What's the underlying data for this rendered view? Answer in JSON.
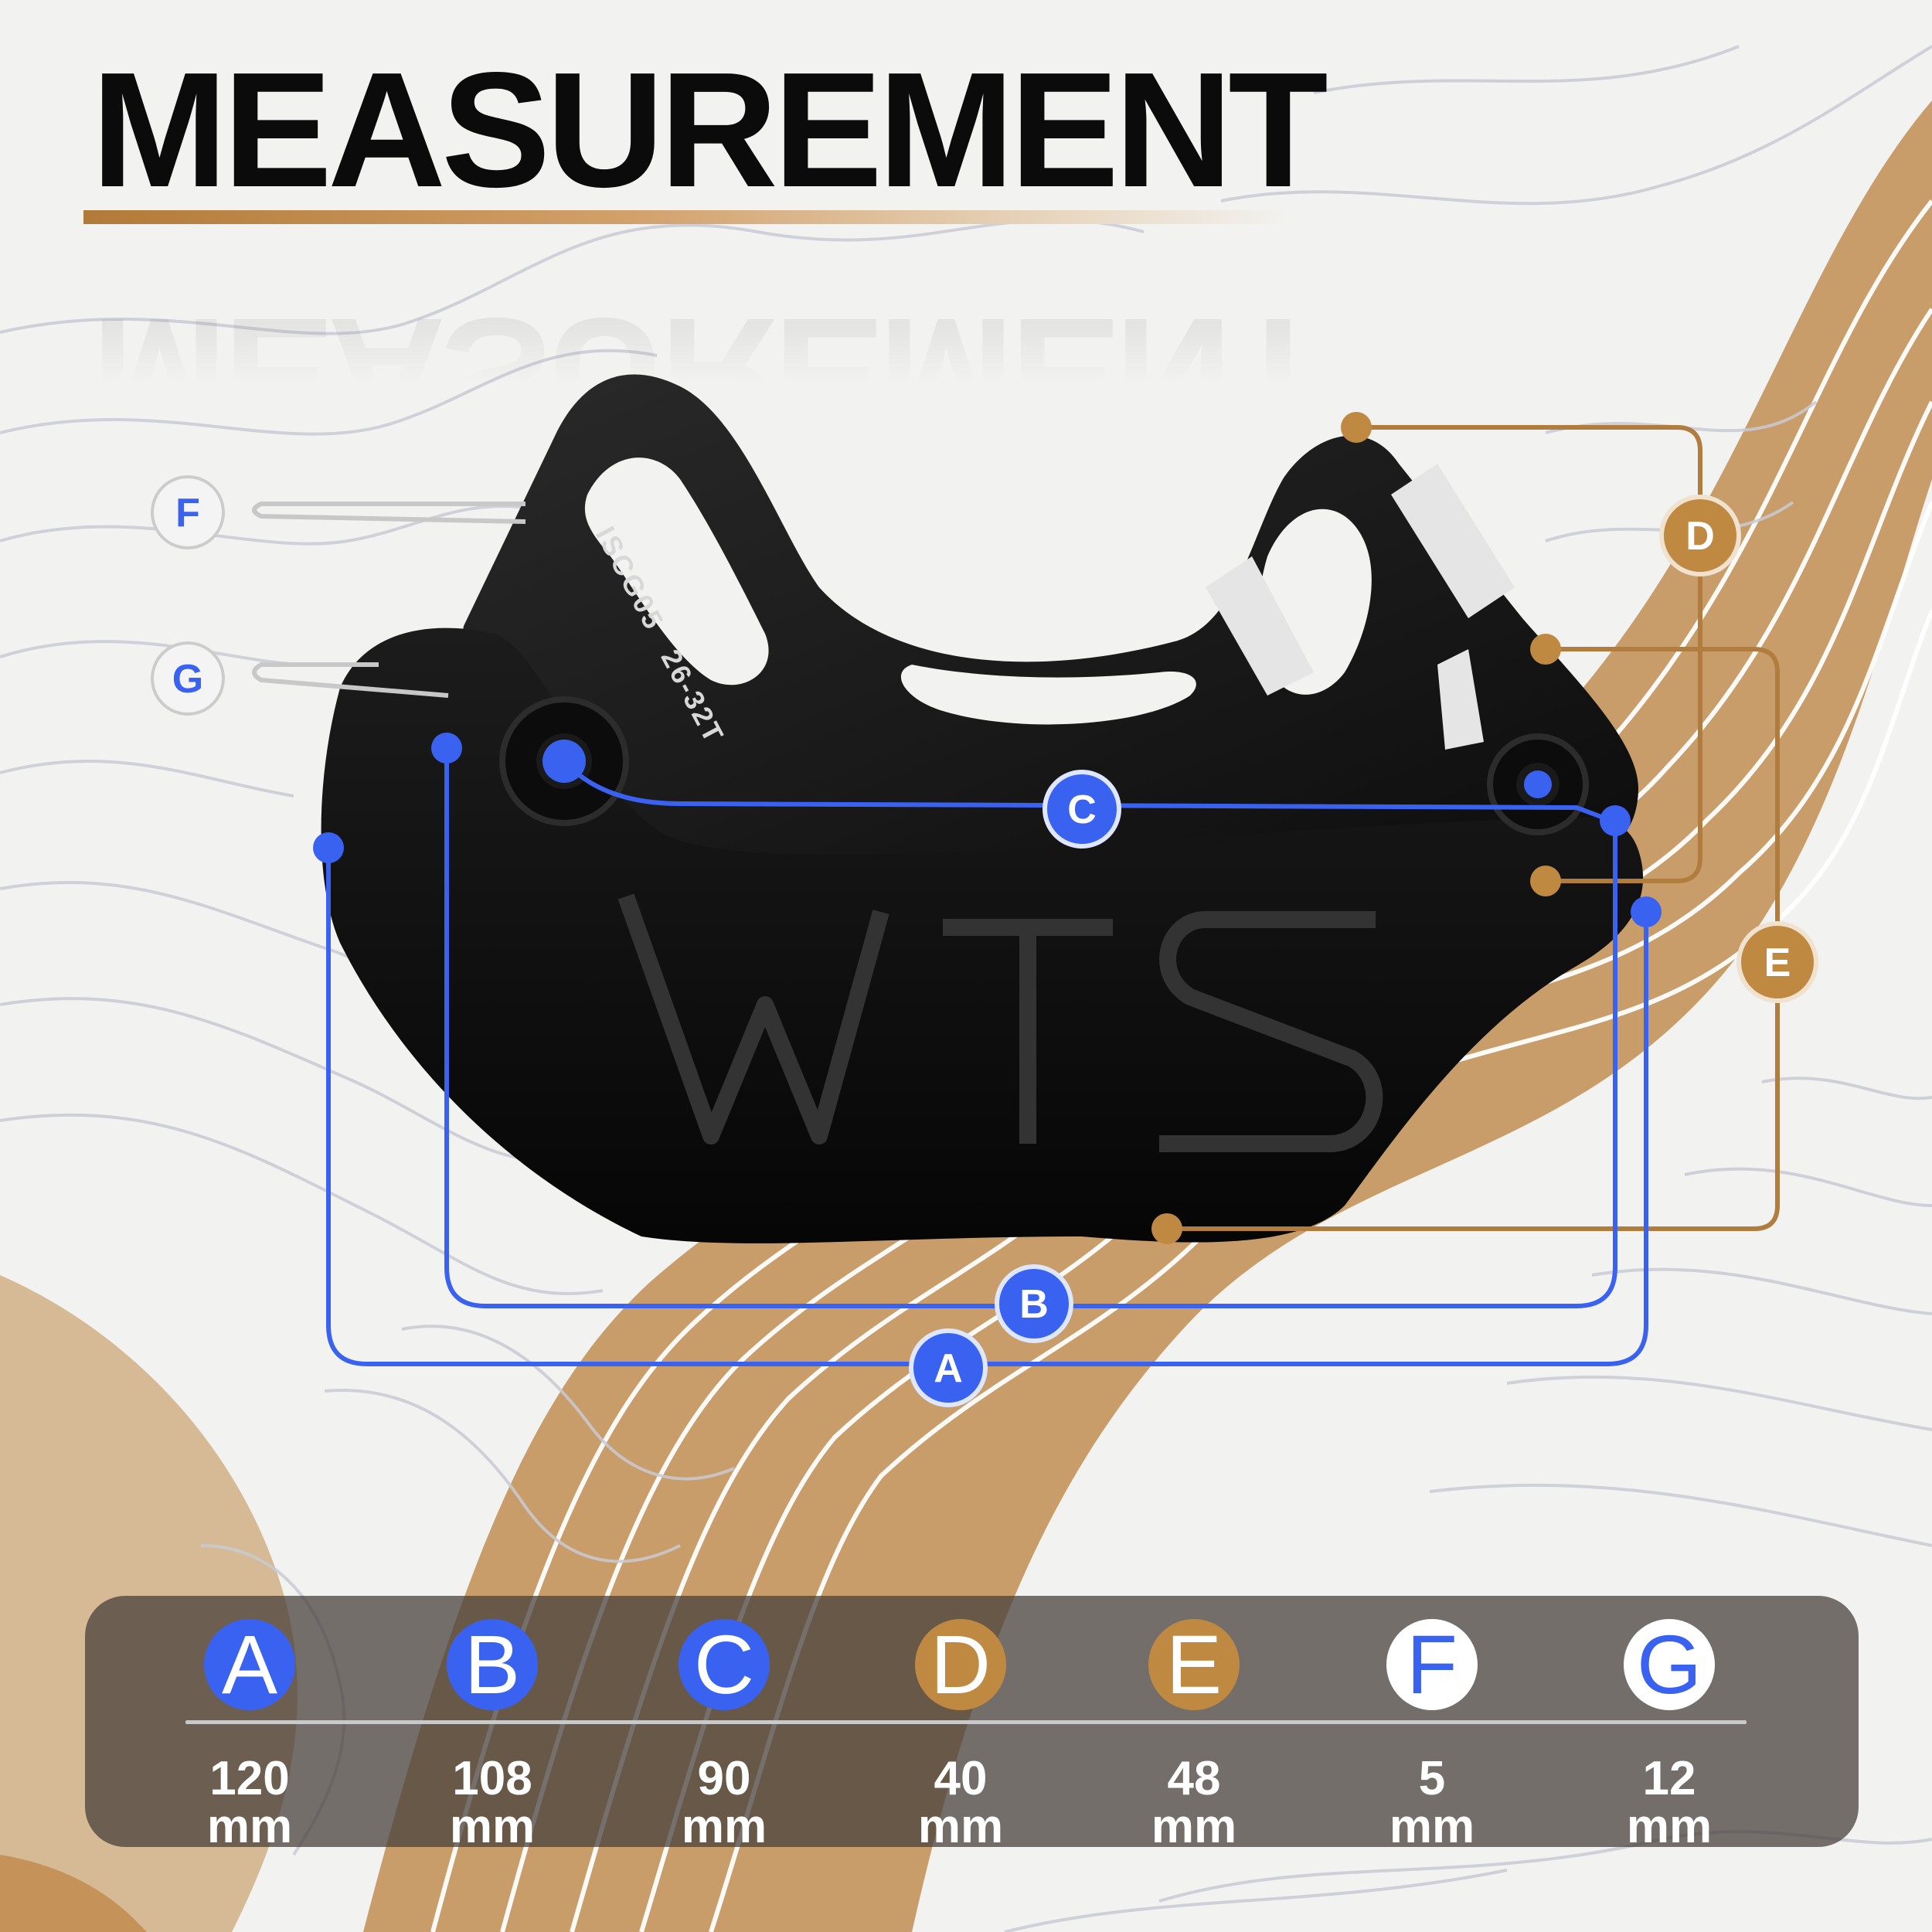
{
  "title": "MEASUREMENT",
  "product": {
    "engraving": "ISCG05",
    "size_range": "26-32T"
  },
  "colors": {
    "blue": "#3a62f0",
    "orange": "#c08942",
    "part": "#121212"
  },
  "markers": [
    {
      "id": "A",
      "label": "A",
      "color": "blue"
    },
    {
      "id": "B",
      "label": "B",
      "color": "blue"
    },
    {
      "id": "C",
      "label": "C",
      "color": "blue"
    },
    {
      "id": "D",
      "label": "D",
      "color": "orange"
    },
    {
      "id": "E",
      "label": "E",
      "color": "orange"
    },
    {
      "id": "F",
      "label": "F",
      "color": "white"
    },
    {
      "id": "G",
      "label": "G",
      "color": "white"
    }
  ],
  "measurements": [
    {
      "label": "A",
      "value": "120",
      "unit": "mm"
    },
    {
      "label": "B",
      "value": "108",
      "unit": "mm"
    },
    {
      "label": "C",
      "value": "90",
      "unit": "mm"
    },
    {
      "label": "D",
      "value": "40",
      "unit": "mm"
    },
    {
      "label": "E",
      "value": "48",
      "unit": "mm"
    },
    {
      "label": "F",
      "value": "5",
      "unit": "mm"
    },
    {
      "label": "G",
      "value": "12",
      "unit": "mm"
    }
  ]
}
